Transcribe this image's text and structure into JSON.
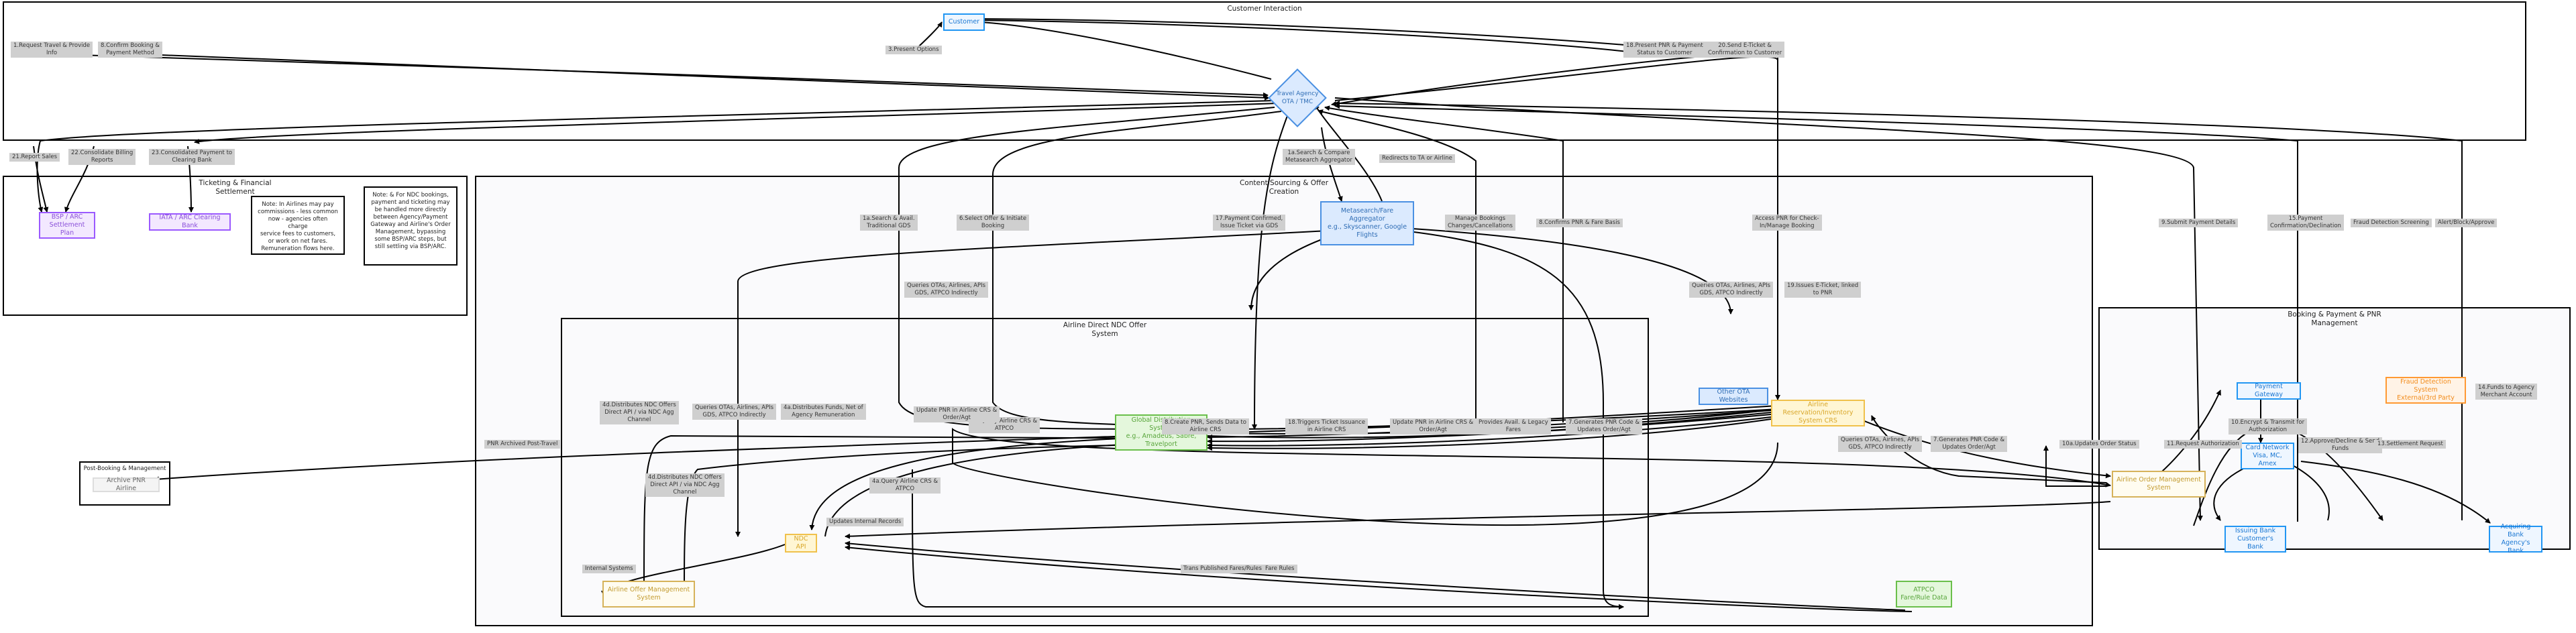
{
  "clusters": {
    "customer_interaction": "Customer Interaction",
    "ticketing": "Ticketing & Financial\nSettlement",
    "content_sourcing": "Content Sourcing & Offer\nCreation",
    "airline_direct": "Airline Direct NDC Offer\nSystem",
    "booking_payment": "Booking & Payment & PNR\nManagement",
    "post_booking": "Post-Booking & Management"
  },
  "nodes": {
    "customer": "Customer",
    "travel_agency": "Travel Agency\nOTA / TMC",
    "bsp": "BSP / ARC\nSettlement Plan",
    "iata": "IATA / ARC Clearing Bank",
    "note_ndc_pay": "Note: In Airlines may pay\ncommissions - less common\nnow - agencies often charge\nservice fees to customers,\nor work on net fares.\nRemuneration flows here.",
    "note_ndc_bookings": "Note: & For NDC bookings,\npayment and ticketing may\nbe handled more directly\nbetween Agency/Payment\nGateway and Airline's Order\nManagement, bypassing\nsome BSP/ARC steps, but\nstill settling via BSP/ARC.",
    "metasearch": "Metasearch/Fare\nAggregator\ne.g., Skyscanner, Google\nFlights",
    "gds": "Global Distribution System\ne.g., Amadeus, Sabre,\nTravelport",
    "other_ota": "Other OTA Websites",
    "airline_reservation": "Airline Reservation/Inventory\nSystem CRS",
    "airline_order_mgmt": "Airline Order Management\nSystem",
    "ndc_api": "NDC API",
    "airline_offer_mgmt": "Airline Offer Management\nSystem",
    "atpco": "ATPCO\nFare/Rule Data",
    "payment_gateway": "Payment Gateway",
    "fraud_detection": "Fraud Detection System\nExternal/3rd Party",
    "card_network": "Card Network\nVisa, MC, Amex",
    "issuing_bank": "Issuing Bank\nCustomer's Bank",
    "acquiring_bank": "Acquiring Bank\nAgency's Bank",
    "pnr_archived": "Archive PNR Airline"
  },
  "edge_labels": [
    "1.Request Travel & Provide\nInfo",
    "8.Confirm Booking &\nPayment Method",
    "3.Present Options",
    "18.Present PNR & Payment\nStatus to Customer",
    "20.Send E-Ticket &\nConfirmation to Customer",
    "21.Report Sales",
    "22.Consolidate Billing\nReports",
    "23.Consolidated Payment to\nClearing Bank",
    "1a.Search & Compare\nMetasearch Aggregator",
    "Redirects to TA or Airline",
    "1a.Search & Avail.\nTraditional GDS",
    "6.Select Offer & Initiate\nBooking",
    "17.Payment Confirmed,\nIssue Ticket via GDS",
    "Manage Bookings\nChanges/Cancellations",
    "8.Confirms PNR & Fare Basis",
    "Access PNR for Check-\nIn/Manage Booking",
    "9.Submit Payment Details",
    "15.Payment\nConfirmation/Declination",
    "Fraud Detection Screening",
    "Alert/Block/Approve",
    "Queries OTAs, Airlines, APIs\nGDS, ATPCO Indirectly",
    "Queries OTAs, Airlines, APIs\nGDS, ATPCO Indirectly",
    "19.Issues E-Ticket, linked\nto PNR",
    "1a.Query Airline CRS &\nATPCO",
    "8.Create PNR, Sends Data to\nAirline CRS",
    "18.Triggers Ticket Issuance\nin Airline CRS",
    "Update PNR in Airline CRS &\nOrder/Agt",
    "Provides Avail. & Legacy\nFares",
    "7.Generates PNR Code &\nUpdates Order/Agt",
    "Update PNR in Airline CRS &\nOrder/Agt",
    "4d.Distributes NDC Offers\nDirect API / via NDC Agg\nChannel",
    "Queries OTAs, Airlines, APIs\nGDS, ATPCO Indirectly",
    "4a.Distributes Funds, Net of\nAgency Remuneration",
    "4d.Distributes NDC Offers\nDirect API / via NDC Agg\nChannel",
    "4a.Query Airline CRS &\nATPCO",
    "Updates Internal Records",
    "Internal Systems",
    "Trans Published Fares/Rules",
    "Fare Rules",
    "Queries OTAs, Airlines, APIs\nGDS, ATPCO Indirectly",
    "7.Generates PNR Code &\nUpdates Order/Agt",
    "10a.Updates Order Status",
    "10.Encrypt & Transmit for\nAuthorization",
    "11.Request Authorization",
    "12.Approve/Decline & Send\nFunds",
    "13.Settlement Request",
    "14.Funds to Agency\nMerchant Account",
    "PNR Archived Post-Travel"
  ]
}
